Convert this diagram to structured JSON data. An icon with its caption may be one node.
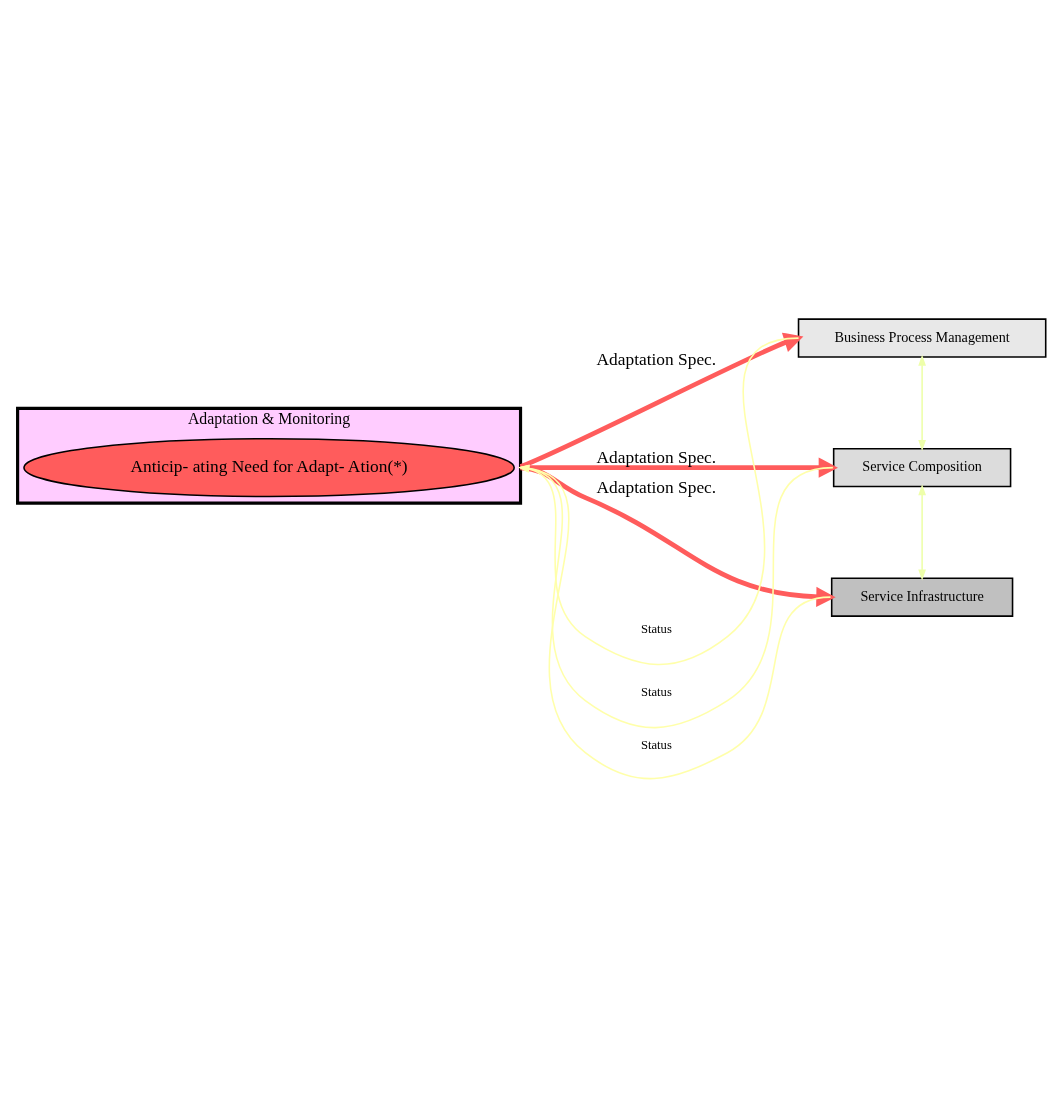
{
  "diagram": {
    "nodes": [
      {
        "text": [
          "Adaptation & Monitoring"
        ]
      },
      {
        "text": [
          "Anticip- ating Need for Adapt- Ation(*)"
        ],
        "in": 0
      },
      {
        "text": [
          "Business Process Management"
        ]
      },
      {
        "text": [
          "Service Composition"
        ]
      },
      {
        "text": [
          "Service Infrastructure"
        ]
      }
    ],
    "edges": [
      {
        "from": 0,
        "to": 2,
        "arrow": "to",
        "label": "Adaptation Spec.",
        "style": "thick",
        "color": "#ff5c5c"
      },
      {
        "from": 2,
        "to": 0,
        "arrow": "to",
        "label": "Status",
        "color": "#ffffaa"
      },
      {
        "from": 0,
        "to": 3,
        "arrow": "to",
        "label": "Adaptation Spec.",
        "style": "thick",
        "color": "#ff5c5c"
      },
      {
        "from": 3,
        "to": 0,
        "arrow": "to",
        "label": "Status",
        "color": "#ffffaa"
      },
      {
        "from": 0,
        "to": 4,
        "arrow": "to",
        "label": "Adaptation Spec.",
        "style": "thick",
        "color": "#ff5c5c"
      },
      {
        "from": 4,
        "to": 0,
        "arrow": "to",
        "label": "Status",
        "color": "#ffffaa"
      },
      {
        "from": 2,
        "to": 3,
        "arrow": "both",
        "color": "#eeffaa"
      },
      {
        "from": 3,
        "to": 4,
        "arrow": "both",
        "color": "#eeffaa"
      }
    ]
  }
}
